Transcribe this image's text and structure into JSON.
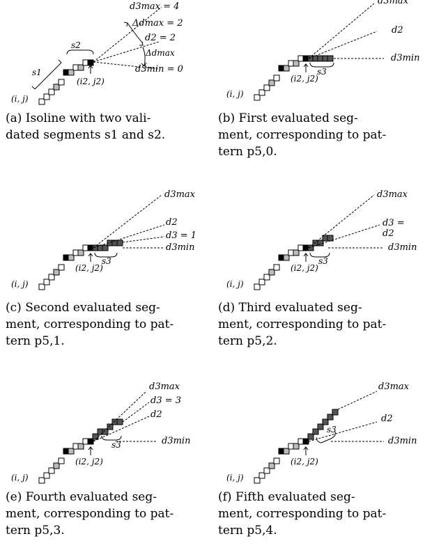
{
  "panels": [
    {
      "id": "a",
      "caption": [
        "(a) Isoline with two vali-",
        "dated segments s1 and s2."
      ],
      "labels": {
        "d3max": "d3max = 4",
        "dmax": "Δdmax = 2",
        "d2": "d2 = 2",
        "dmax2": "Δdmax",
        "d3min": "d3min = 0",
        "s1": "s1",
        "s2": "s2",
        "ij": "(i, j)",
        "i2j2": "(i2, j2)"
      }
    },
    {
      "id": "b",
      "caption": [
        "(b)  First  evaluated  seg-",
        "ment, corresponding to pat-",
        "tern p5,0."
      ],
      "labels": {
        "d3max": "d3max",
        "d2": "d2",
        "d3min": "d3min",
        "s3": "s3",
        "ij": "(i, j)",
        "i2j2": "(i2, j2)"
      }
    },
    {
      "id": "c",
      "caption": [
        "(c) Second evaluated seg-",
        "ment, corresponding to pat-",
        "tern p5,1."
      ],
      "labels": {
        "d3max": "d3max",
        "d2": "d2",
        "d3": "d3 = 1",
        "d3min": "d3min",
        "s3": "s3",
        "ij": "(i, j)",
        "i2j2": "(i2, j2)"
      }
    },
    {
      "id": "d",
      "caption": [
        "(d)  Third  evaluated  seg-",
        "ment, corresponding to pat-",
        "tern p5,2."
      ],
      "labels": {
        "d3max": "d3max",
        "d3": "d3 = d2",
        "d3min": "d3min",
        "s3": "s3",
        "ij": "(i, j)",
        "i2j2": "(i2, j2)"
      }
    },
    {
      "id": "e",
      "caption": [
        "(e) Fourth evaluated seg-",
        "ment, corresponding to pat-",
        "tern p5,3."
      ],
      "labels": {
        "d3max": "d3max",
        "d3": "d3 = 3",
        "d2": "d2",
        "d3min": "d3min",
        "s3": "s3",
        "ij": "(i, j)",
        "i2j2": "(i2, j2)"
      }
    },
    {
      "id": "f",
      "caption": [
        "(f)  Fifth  evaluated  seg-",
        "ment, corresponding to pat-",
        "tern p5,4."
      ],
      "labels": {
        "d3max": "d3max",
        "d2": "d2",
        "d3min": "d3min",
        "s3": "s3",
        "ij": "(i, j)",
        "i2j2": "(i2, j2)"
      }
    }
  ]
}
